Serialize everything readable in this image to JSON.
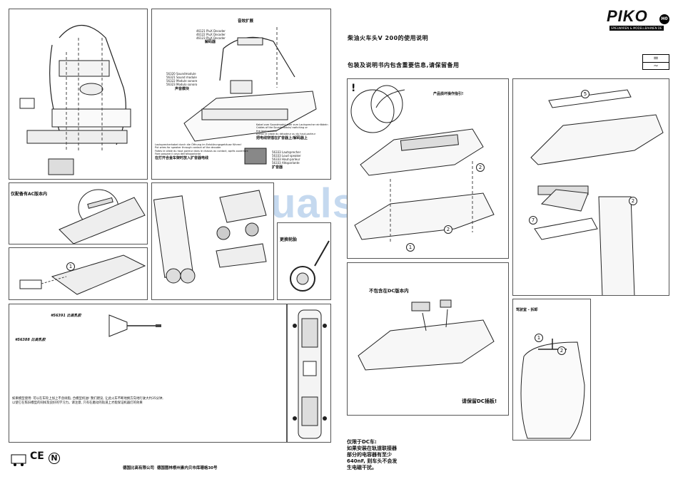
{
  "watermark": "Manualslib.de",
  "brand": {
    "name": "PIKO",
    "tagline": "SPIELWAREN & MODELLBAHNEN DE",
    "scale": "H0"
  },
  "header": {
    "title": "柴油火车头V 200的使用说明",
    "notice": "包装及说明书内包含重要信息,请保留备用"
  },
  "current_symbols": [
    "=",
    "~"
  ],
  "panel1": {
    "labels": []
  },
  "panel2": {
    "heading": "音效扩展",
    "parts_a": [
      "46121 PluX Decoder",
      "46122 PluX Decoder",
      "46123 PluX Decoder"
    ],
    "decoder_label": "解码器",
    "parts_b": [
      "56320 Soundmodule",
      "56321 Sound module",
      "56322 Module sonore",
      "56323 Modulo sonoro"
    ],
    "sound_label": "声音模块",
    "cable_text": "Kabel zum Soundmodul oder zum Lautsprecher einfädeln\nCables of the Soundmodule/ switching or\nthe loud speaker\nEnfiler le câble du décodeur ou du haut-parleur",
    "cable_cn": "把电线穿插在扩音器上/解码器上",
    "speaker_text": "Lautsprecherkabel durch die Öffnung im Entstörungsgehäuse führen!\nPut wires for speaker through contact of the decoder\nFaites le câble du haut parleur dans le chassis au contact, après ouverture\nFare passare il cavo dell'altoparlante",
    "speaker_cn": "在打开合金车架时放入扩音器电线",
    "parts_c": [
      "56333 Lautsprecher",
      "56333 Loud speaker",
      "56333 Haut-parleur",
      "56333 Altoparlante"
    ],
    "speaker_label": "扩音器"
  },
  "panel3": {
    "label": "仅配备有AC版本内"
  },
  "panel4": {
    "label": ""
  },
  "panel5": {
    "label": "更换轮胎"
  },
  "panel6": {
    "label": ""
  },
  "panel7": {
    "lamp_label": "#56391 比高乳胶",
    "lamp_label2": "#56388 比高乳胶",
    "warning": "如果模型使用: 可以在车轮上加上不含树脂, 合模型机油! 我们建议, 让此火车不断地换方向地行驶大约35分钟,\n以使它在陈旧模型的同样及良好的学习力。请注意, 只有在磨动的轨道上才能保证机器灯的效果"
  },
  "panel8": {
    "label": ""
  },
  "panel9": {
    "label": "产品损坏操作指引!"
  },
  "panel10": {
    "label": ""
  },
  "panel11": {
    "label": ""
  },
  "panel12": {
    "title": "不包含在DC版本内",
    "note": "请保留DC插板!"
  },
  "panel13": {
    "label": "驾驶室 - 拆卸"
  },
  "footer_left": "德国比高有限公司  德国图林根州素内贝市库珊格30号",
  "footer_right": "仅限于DC车:\n如果安装在轨道联接器\n部分的电容器有至少\n640nF, 则车头不会发\n生电磁干扰。",
  "compliance": [
    "CE",
    "N"
  ]
}
